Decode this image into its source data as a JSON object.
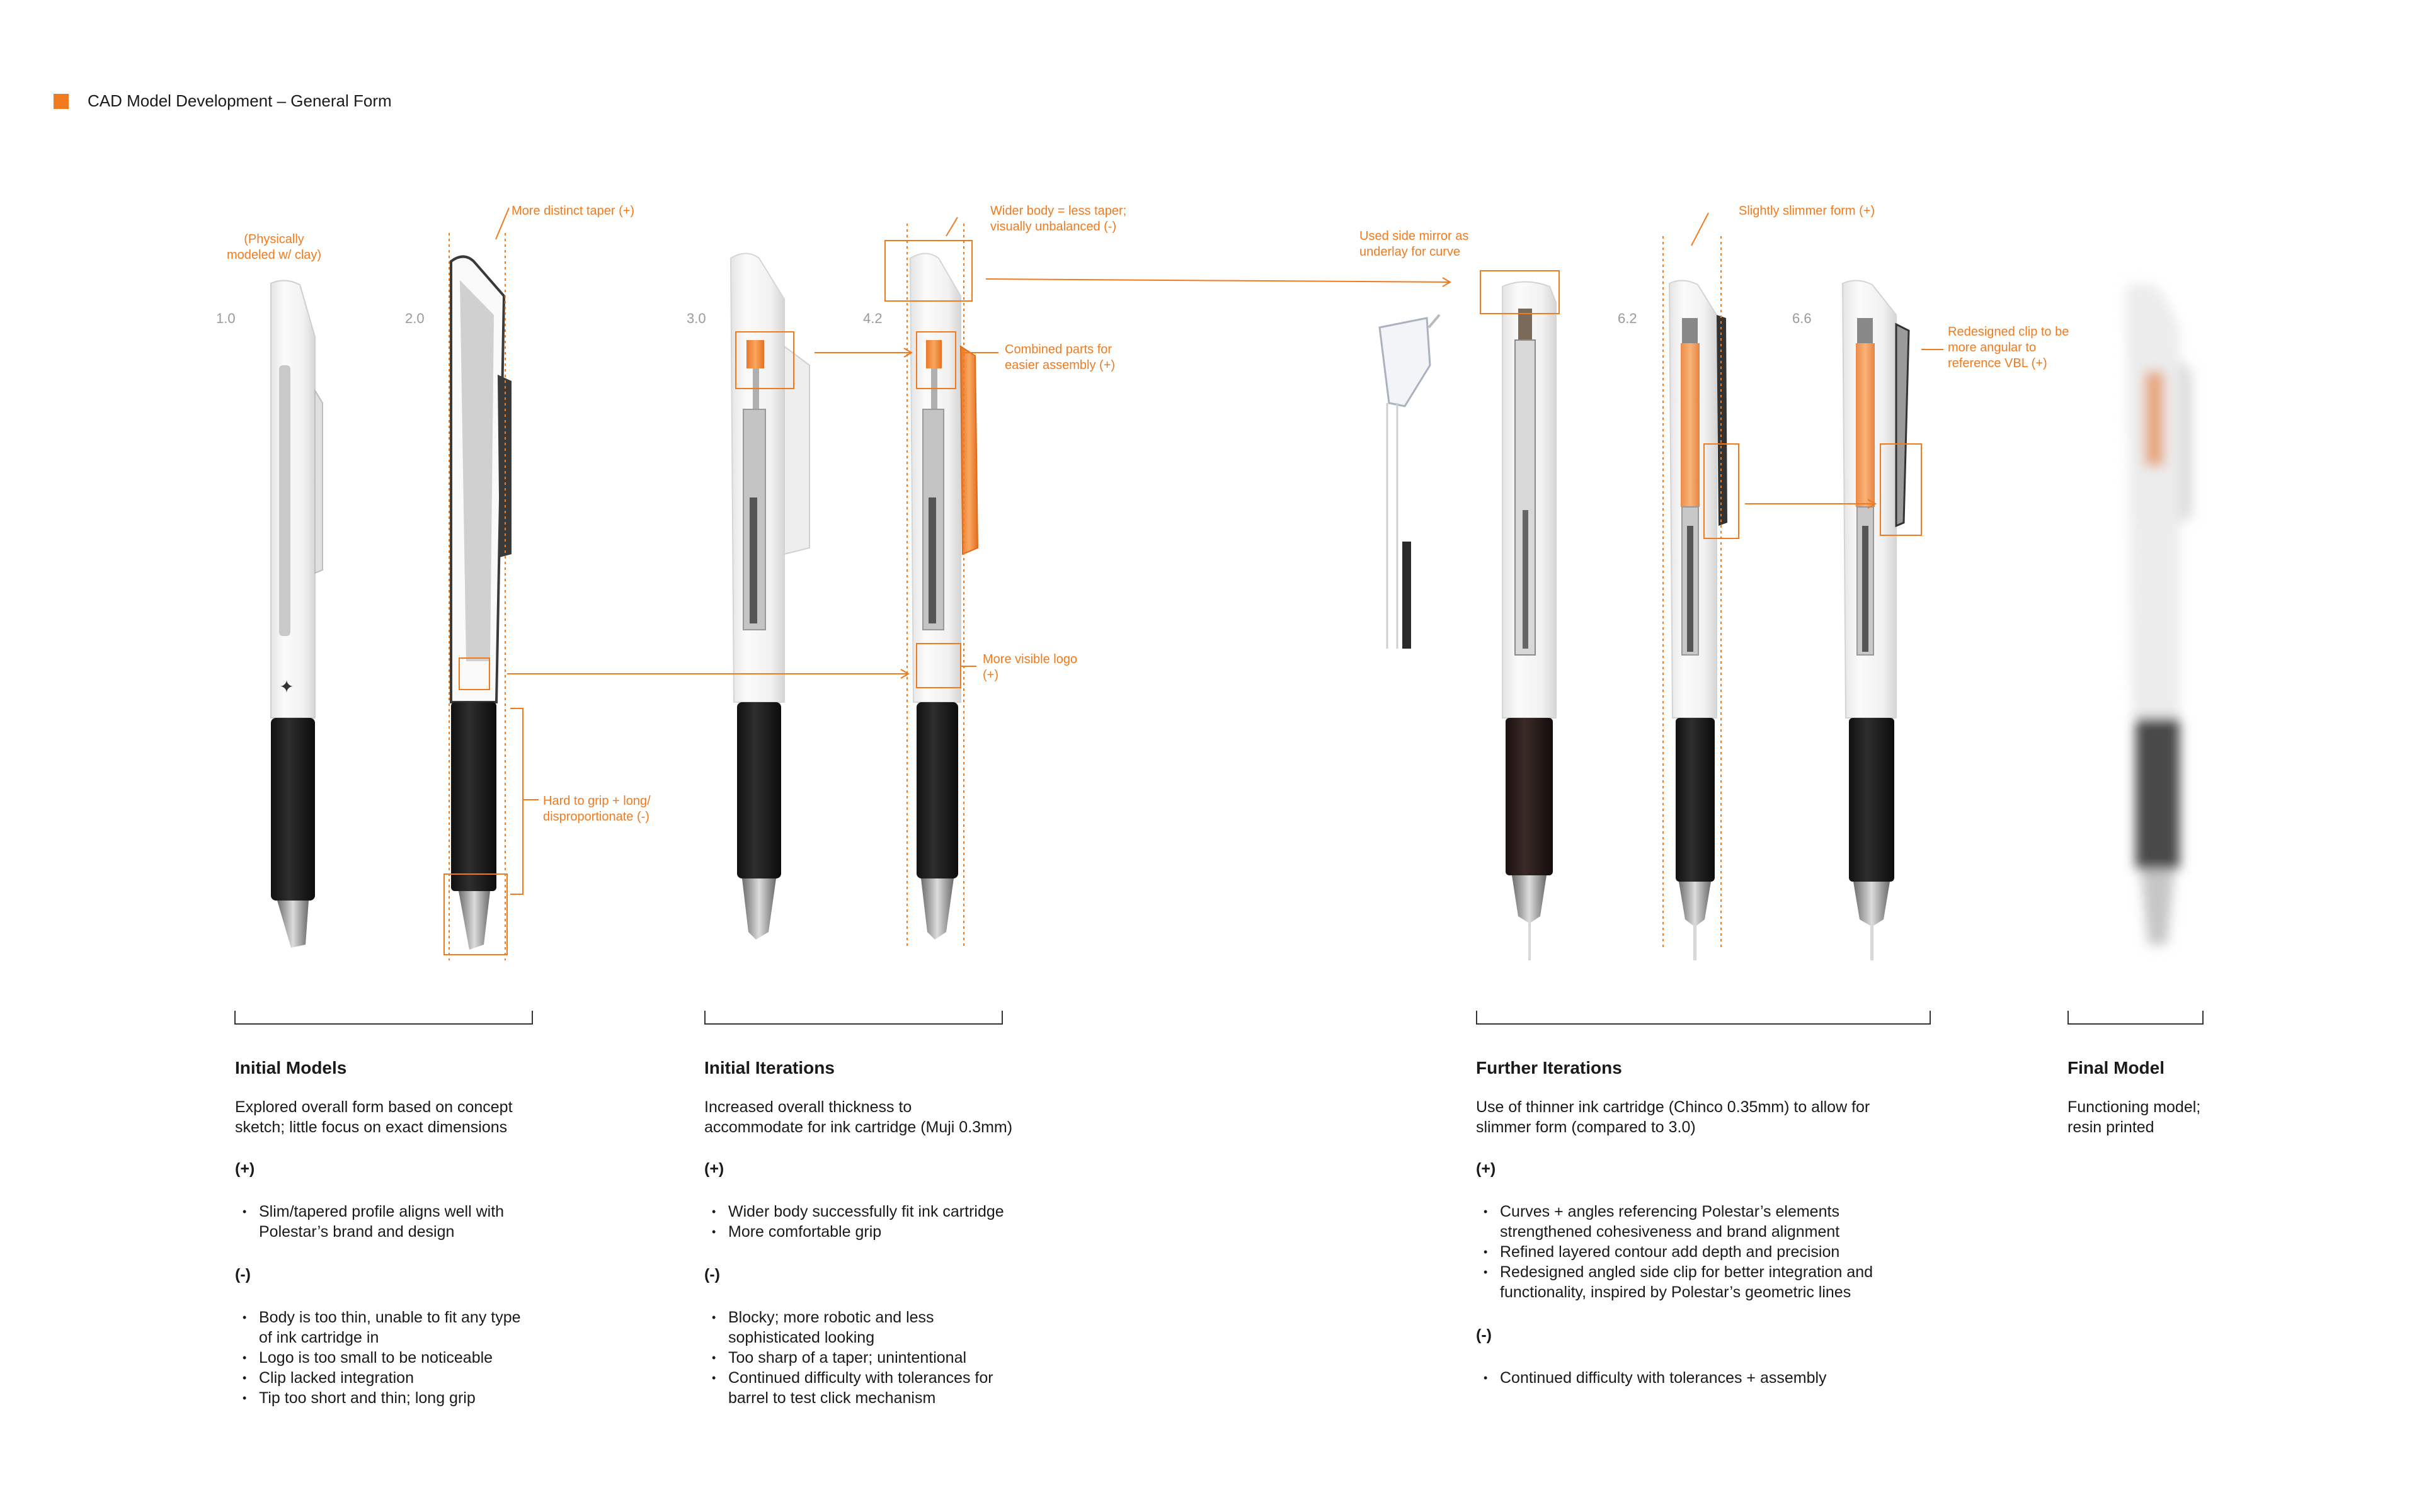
{
  "header": {
    "title": "CAD Model Development – General Form",
    "accent": "#f07b1f"
  },
  "versions": [
    "1.0",
    "2.0",
    "3.0",
    "4.2",
    "6.2",
    "6.6"
  ],
  "annotations": {
    "clay": [
      "(Physically",
      "modeled w/ clay)"
    ],
    "taper": [
      "More distinct taper (+)"
    ],
    "wider": [
      "Wider body = less taper;",
      "visually unbalanced (-)"
    ],
    "combined": [
      "Combined parts for",
      "easier assembly (+)"
    ],
    "logo": [
      "More visible logo",
      "(+)"
    ],
    "grip": [
      "Hard to grip + long/",
      "disproportionate (-)"
    ],
    "mirror": [
      "Used side mirror as",
      "underlay for curve"
    ],
    "slimmer": [
      "Slightly slimmer form  (+)"
    ],
    "clip": [
      "Redesigned clip to be",
      "more angular to",
      "reference VBL (+)"
    ]
  },
  "sections": {
    "initial_models": {
      "title": "Initial Models",
      "desc": [
        "Explored overall form based on concept",
        "sketch; little focus on exact dimensions"
      ],
      "plus_label": "(+)",
      "plus": [
        [
          "Slim/tapered profile aligns well with",
          "Polestar’s brand and design"
        ]
      ],
      "minus_label": "(-)",
      "minus": [
        [
          "Body is too thin, unable to fit any type",
          "of ink cartridge in"
        ],
        [
          "Logo is too small to be noticeable"
        ],
        [
          "Clip lacked integration"
        ],
        [
          "Tip too short and thin; long grip"
        ]
      ]
    },
    "initial_iterations": {
      "title": "Initial Iterations",
      "desc": [
        "Increased overall thickness to",
        "accommodate for ink cartridge (Muji 0.3mm)"
      ],
      "plus_label": "(+)",
      "plus": [
        [
          "Wider body successfully fit ink cartridge"
        ],
        [
          "More comfortable grip"
        ]
      ],
      "minus_label": "(-)",
      "minus": [
        [
          "Blocky; more robotic and less",
          "sophisticated looking"
        ],
        [
          "Too sharp of a taper; unintentional"
        ],
        [
          "Continued difficulty with tolerances for",
          "barrel to test click mechanism"
        ]
      ]
    },
    "further_iterations": {
      "title": "Further Iterations",
      "desc": [
        "Use of thinner ink cartridge (Chinco 0.35mm) to allow for",
        "slimmer form (compared to 3.0)"
      ],
      "plus_label": "(+)",
      "plus": [
        [
          "Curves + angles referencing Polestar’s elements",
          "strengthened cohesiveness and brand alignment"
        ],
        [
          "Refined layered contour add depth and precision"
        ],
        [
          "Redesigned angled side clip for better integration and",
          "functionality, inspired by Polestar’s geometric lines"
        ]
      ],
      "minus_label": "(-)",
      "minus": [
        [
          "Continued difficulty with tolerances + assembly"
        ]
      ]
    },
    "final_model": {
      "title": "Final Model",
      "desc": [
        "Functioning model;",
        "resin printed"
      ]
    }
  }
}
